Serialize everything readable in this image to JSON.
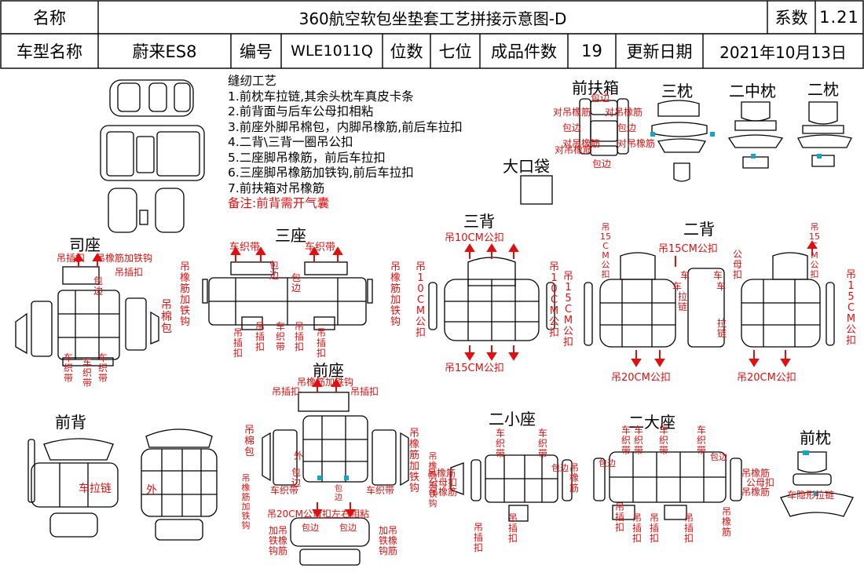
{
  "header": {
    "name_label": "名称",
    "doc_title": "360航空软包坐垫套工艺拼接示意图-D",
    "coef_label": "系数",
    "coef_value": "1.21",
    "model_label": "车型名称",
    "model_value": "蔚来ES8",
    "code_label": "编号",
    "code_value": "WLE1011Q",
    "seats_label": "位数",
    "seats_value": "七位",
    "pieces_label": "成品件数",
    "pieces_value": "19",
    "date_label": "更新日期",
    "date_value": "2021年10月13日"
  },
  "notes": {
    "title": "缝纫工艺",
    "lines": [
      "1.前枕车拉链,其余头枕车真皮卡条",
      "2.前背面与后车公母扣相粘",
      "3.前座外脚吊棉包，内脚吊橡筋,前后车拉扣",
      "4.二背\\三背一圈吊公扣",
      "5.二座脚吊橡筋，前后车拉扣",
      "6.三座脚吊橡筋加铁钩,前后车拉扣",
      "7.前扶箱对吊橡筋"
    ],
    "remark": "备注:前背需开气囊"
  },
  "sections": {
    "front_armrest": "前扶箱",
    "third_headrest": "三枕",
    "second_mid_headrest": "二中枕",
    "second_headrest": "二枕",
    "big_pocket": "大口袋",
    "driver_seat": "司座",
    "third_seat": "三座",
    "third_back": "三背",
    "second_back": "二背",
    "front_seat": "前座",
    "front_back": "前背",
    "second_small_seat": "二小座",
    "second_big_seat": "二大座",
    "front_headrest": "前枕"
  },
  "annotations": {
    "armrest": [
      "包边",
      "对吊橡筋",
      "对吊橡筋",
      "包边",
      "包边",
      "对吊橡筋",
      "对吊橡筋",
      "对吊橡筋",
      "包边"
    ],
    "driver": [
      "吊插扣",
      "吊橡筋加铁钩",
      "吊插扣",
      "包边",
      "吊棉包",
      "车织带",
      "车织带",
      "车织带"
    ],
    "third_seat": [
      "车织带",
      "车织带",
      "包边",
      "包边",
      "吊橡筋加铁钩",
      "吊插扣",
      "吊插扣",
      "车织带",
      "吊插扣",
      "吊插扣",
      "吊橡筋加铁钩"
    ],
    "third_back": [
      "吊10CM公扣",
      "吊10CM公扣",
      "吊10CM公扣",
      "吊15CM公扣",
      "吊15CM公扣"
    ],
    "second_back": [
      "吊15CM公扣",
      "吊15CM公扣",
      "公母扣",
      "车",
      "车",
      "车",
      "车",
      "拉链",
      "拉链",
      "吊15CM公扣",
      "吊15CM公扣",
      "吊20CM公扣",
      "吊20CM公扣"
    ],
    "front_seat": [
      "吊橡筋加铁钩",
      "吊插扣",
      "吊插扣",
      "吊棉包",
      "外",
      "吊橡筋加铁钩",
      "包边",
      "吊橡筋加铁钩",
      "吊橡筋加铁钩",
      "车织带",
      "车织带",
      "包边",
      "吊20CM公母扣左右相粘",
      "包边",
      "包边",
      "加吊铁橡钩筋",
      "加吊铁橡钩筋"
    ],
    "front_back": [
      "车拉链",
      "外"
    ],
    "second_small": [
      "车织带",
      "车织带",
      "吊橡筋",
      "公母扣",
      "吊橡筋",
      "包边",
      "吊橡筋",
      "吊插扣",
      "吊插扣"
    ],
    "second_big": [
      "车织带",
      "车织带",
      "车织带",
      "车织带",
      "包边",
      "包边",
      "吊插扣",
      "吊插扣",
      "吊插扣",
      "吊插扣",
      "吊橡筋",
      "吊橡筋",
      "公母扣",
      "吊橡筋"
    ],
    "front_headrest": [
      "车隐形拉链"
    ]
  },
  "colors": {
    "line": "#000000",
    "annotation": "#e01010",
    "arrow": "#e01010",
    "accent": "#1aa3c8"
  }
}
